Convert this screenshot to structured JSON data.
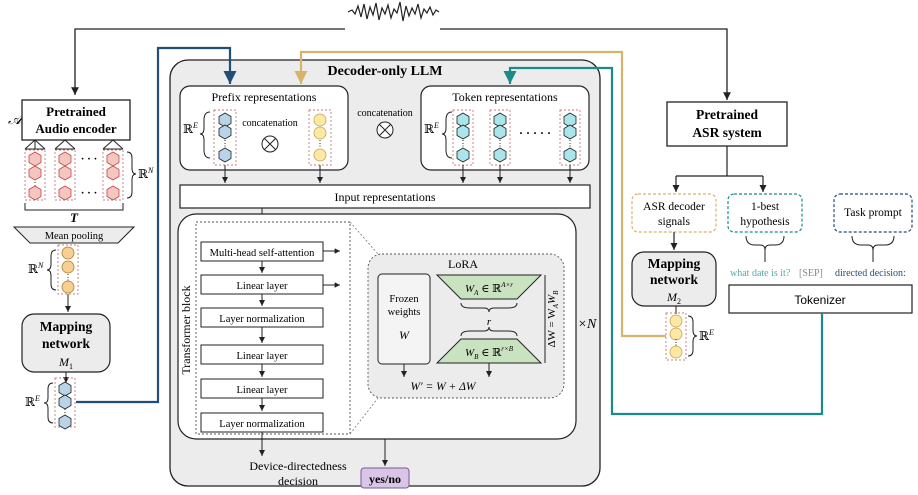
{
  "llm": {
    "title": "Decoder-only LLM",
    "repeat": "×N",
    "prefix": {
      "title": "Prefix representations",
      "space": "ℝ^E",
      "concat_label": "concatenation"
    },
    "token": {
      "title": "Token representations",
      "space": "ℝ^E",
      "ellipsis": "· · · · ·"
    },
    "between_concat": "concatenation",
    "input_repr": "Input representations",
    "transformer_label": "Transformer block",
    "layers": [
      "Multi-head self-attention",
      "Linear layer",
      "Layer normalization",
      "Linear layer",
      "Linear layer",
      "Layer normalization"
    ],
    "layer_dots": "⋮",
    "lora": {
      "title": "LoRA",
      "frozen_line1": "Frozen",
      "frozen_line2": "weights",
      "frozen_symbol": "W",
      "wa": "W_A ∈ ℝ^{A×r}",
      "wb": "W_B ∈ ℝ^{r×B}",
      "r": "r",
      "delta": "ΔW = W_A W_B",
      "formula": "W′ = W + ΔW"
    },
    "decision_line1": "Device-directedness",
    "decision_line2": "decision",
    "decision_value": "yes/no"
  },
  "audio": {
    "calligraphic": "𝒜",
    "encoder_line1": "Pretrained",
    "encoder_line2": "Audio encoder",
    "space_n": "ℝ^N",
    "T": "T",
    "mean_pool": "Mean pooling",
    "space_n2": "ℝ^N",
    "mapping_line1": "Mapping",
    "mapping_line2": "network",
    "mapping_symbol": "M_1",
    "space_e": "ℝ^E",
    "dots": "· · ·"
  },
  "asr": {
    "system_line1": "Pretrained",
    "system_line2": "ASR system",
    "signals_line1": "ASR decoder",
    "signals_line2": "signals",
    "hyp_line1": "1-best",
    "hyp_line2": "hypothesis",
    "task_prompt": "Task prompt",
    "mapping_line1": "Mapping",
    "mapping_line2": "network",
    "mapping_symbol": "M_2",
    "space_e": "ℝ^E",
    "text_hyp": "what date is it?",
    "text_sep": "[SEP]",
    "text_prompt": "directed decision:",
    "tokenizer": "Tokenizer"
  },
  "colors": {
    "navy": "#1f4e79",
    "gold": "#d8b36a",
    "teal": "#1a8a8a",
    "red_node": "#f4c6c0",
    "yellow_node": "#fde8a6",
    "blue_node": "#b9d4e8",
    "cyan_node": "#a9e5ea",
    "orange_node": "#f8cf92",
    "green_box": "#c9e2c0",
    "purple": "#d9c6e6",
    "gray": "#ececec"
  },
  "icons": {
    "waveform": "waveform-icon",
    "concat": "otimes-icon"
  }
}
